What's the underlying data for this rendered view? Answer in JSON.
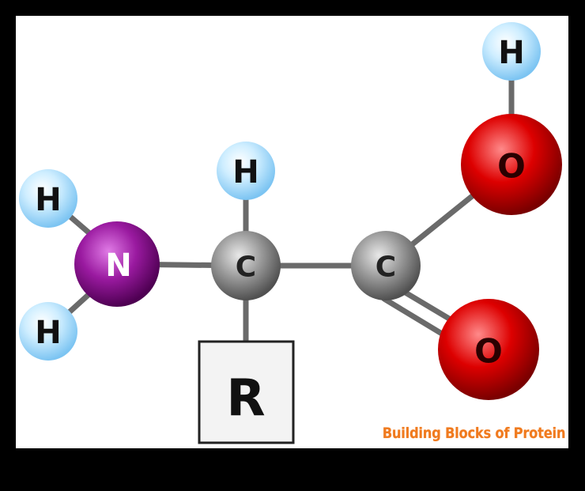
{
  "atoms": {
    "h_top_right": "H",
    "h_mid": "H",
    "h_left_top": "H",
    "h_left_bottom": "H",
    "n": "N",
    "c_alpha": "C",
    "c_carboxyl": "C",
    "o_top": "O",
    "o_bottom": "O"
  },
  "r_group": "R",
  "caption": "Building Blocks of Protein",
  "colors": {
    "hydrogen": "#a9dcff",
    "nitrogen": "#8a0f8e",
    "carbon": "#8a8a8a",
    "oxygen": "#d40000",
    "bond": "#6a6a6a",
    "caption": "#f07a1e"
  }
}
